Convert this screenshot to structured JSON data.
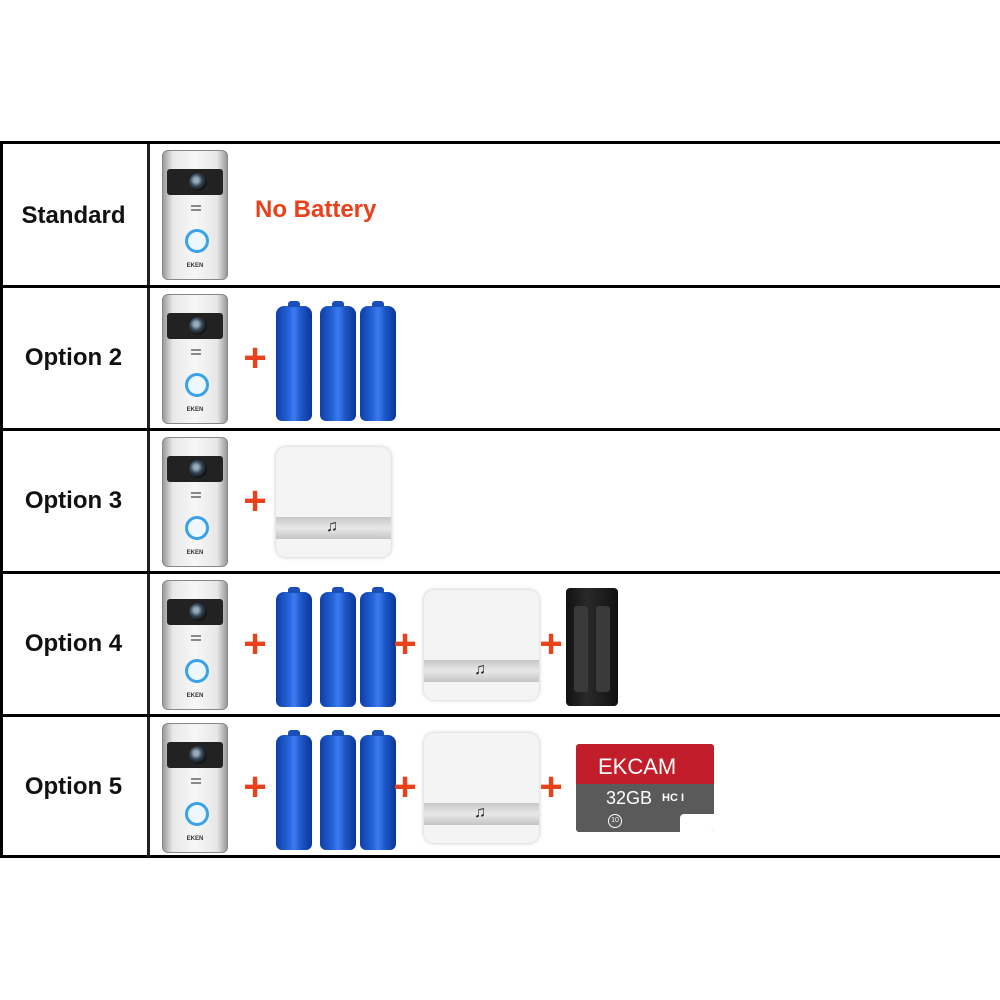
{
  "rows": [
    {
      "label": "Standard",
      "note": "No Battery"
    },
    {
      "label": "Option 2"
    },
    {
      "label": "Option 3"
    },
    {
      "label": "Option 4"
    },
    {
      "label": "Option 5"
    }
  ],
  "doorbell": {
    "brand": "EKEN"
  },
  "plus_sign": "+",
  "chime": {
    "note_icon": "♫"
  },
  "sdcard": {
    "brand": "EKCAM",
    "capacity": "32GB",
    "type": "HC I",
    "class": "10"
  },
  "colors": {
    "accent": "#e8411b",
    "battery": "#1d56c6",
    "sd_red": "#c21d2a"
  }
}
